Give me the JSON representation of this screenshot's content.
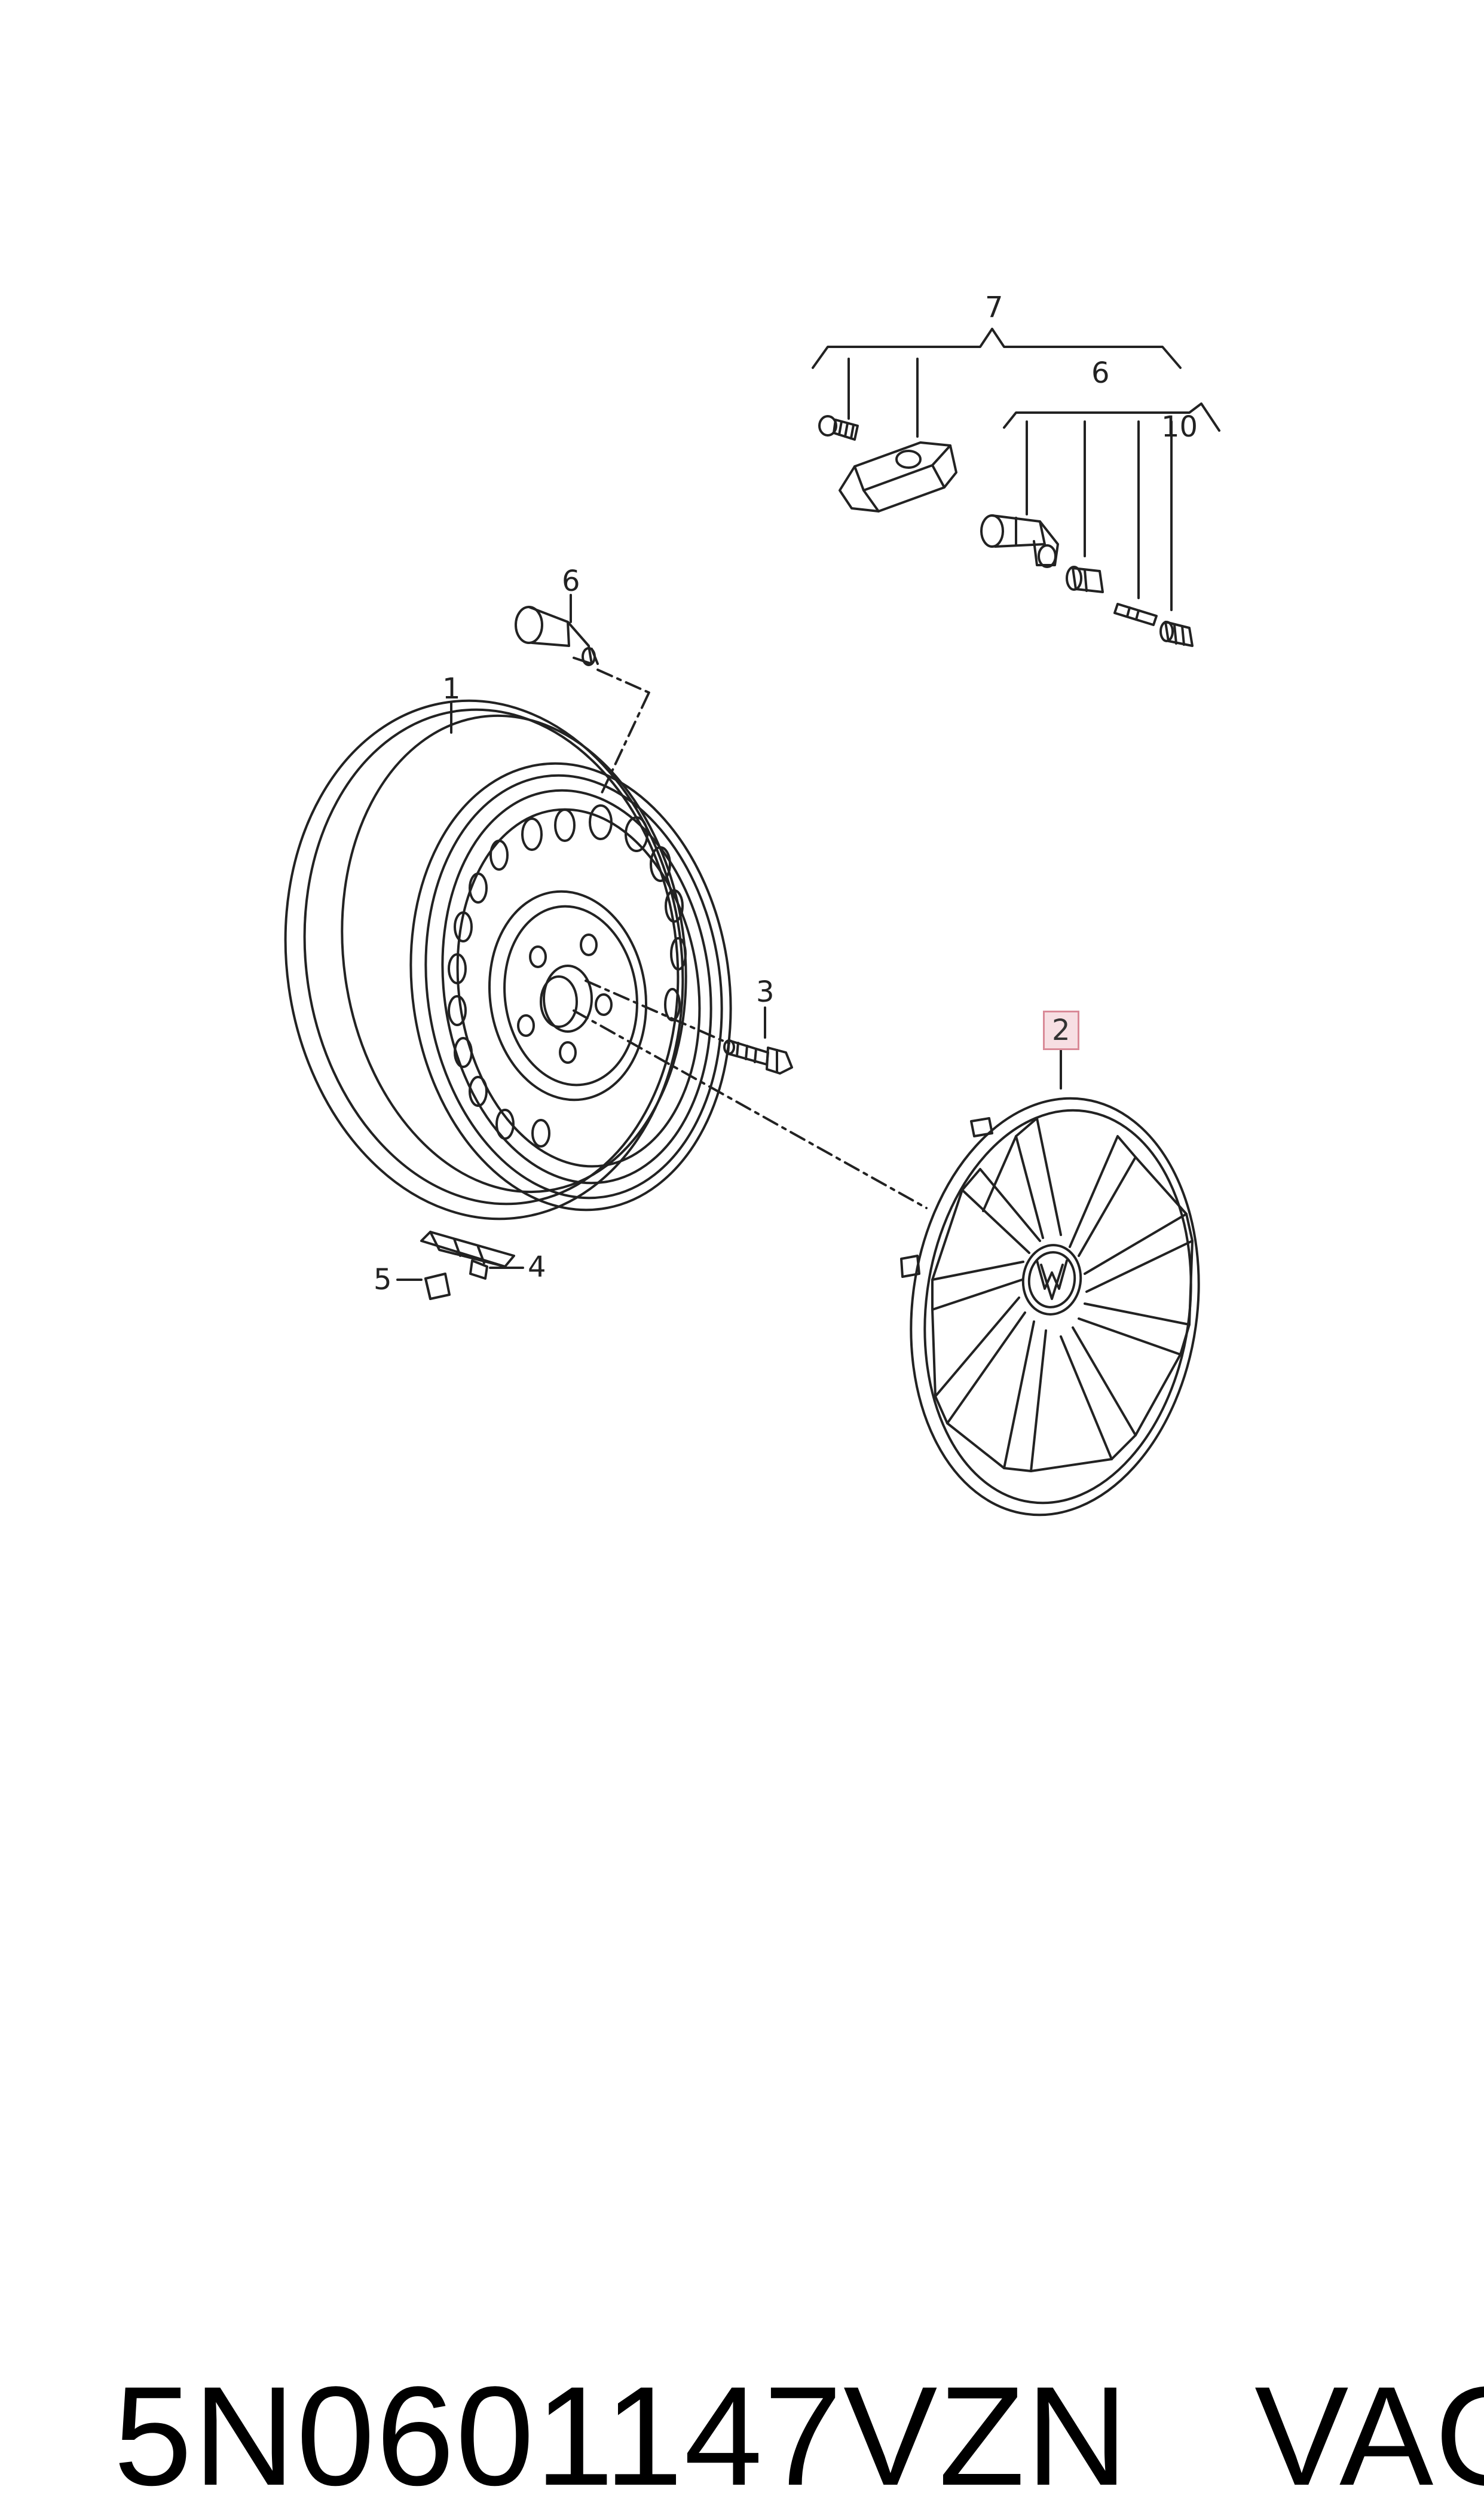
{
  "callouts": {
    "c1": "1",
    "c2": "2",
    "c3": "3",
    "c4": "4",
    "c5": "5",
    "c6a": "6",
    "c6b": "6",
    "c7": "7",
    "c10": "10"
  },
  "highlight_color": "#f7dfe3",
  "footer": {
    "part_number": "5N0601147VZN",
    "brand": "VAG"
  }
}
